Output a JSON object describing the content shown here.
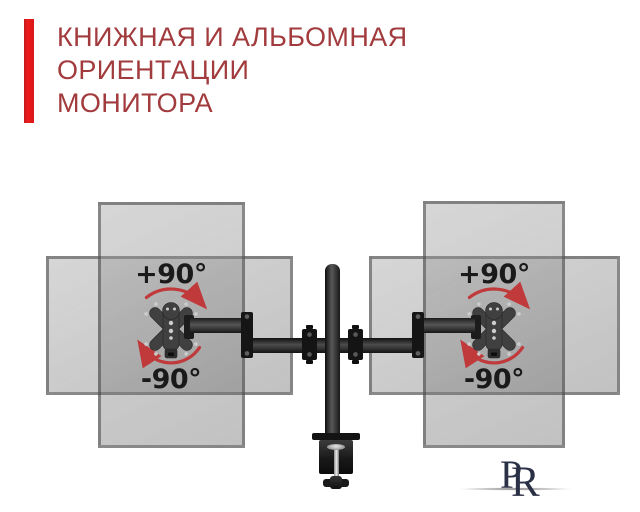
{
  "header": {
    "title_lines": [
      "КНИЖНАЯ И АЛЬБОМНАЯ",
      "ОРИЕНТАЦИИ",
      "МОНИТОРА"
    ]
  },
  "diagram": {
    "plus_label": "+90°",
    "minus_label": "-90°"
  },
  "footer": {
    "logo_letters": {
      "first": "P",
      "second": "R"
    }
  },
  "colors": {
    "accent_red": "#e31e24",
    "title_red": "#a23b3d",
    "arrow_red": "#c0393b",
    "monitor_grey": "#b9b9b9",
    "mount_dark": "#1a1a1a",
    "logo_navy": "#2a3146"
  }
}
